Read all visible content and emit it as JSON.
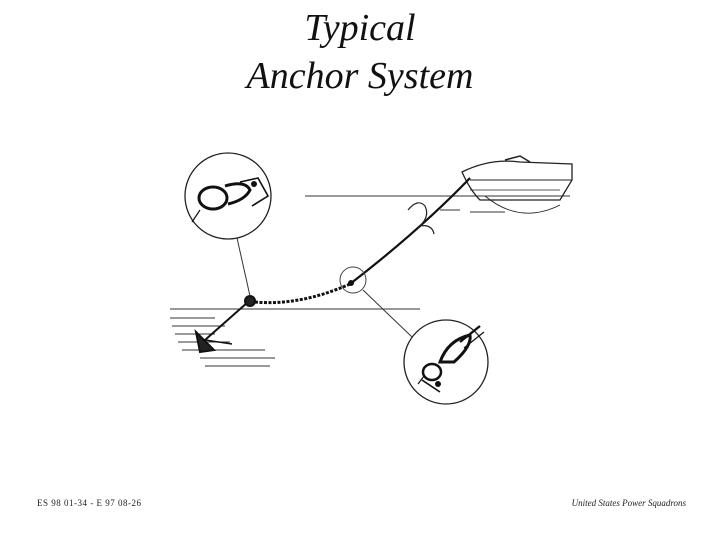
{
  "title": {
    "line1": "Typical",
    "line2": "Anchor System"
  },
  "footer": {
    "left": "ES 98 01-34  -  E 97 08-26",
    "right": "United States Power Squadrons"
  }
}
